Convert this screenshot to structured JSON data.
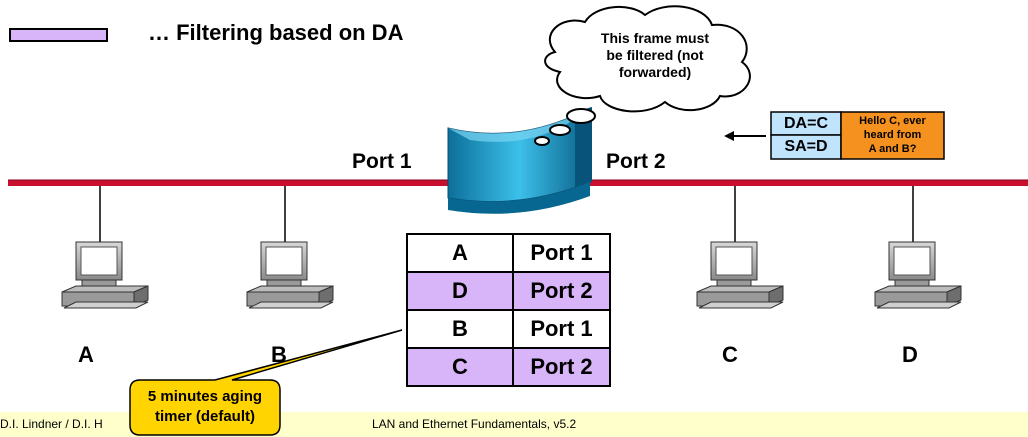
{
  "title": "… Filtering  based on DA",
  "thought_bubble": [
    "This frame must",
    "be filtered (not",
    "forwarded)"
  ],
  "ports": {
    "port1": "Port 1",
    "port2": "Port 2"
  },
  "frame": {
    "da": "DA=C",
    "sa": "SA=D",
    "payload": [
      "Hello C, ever",
      "heard from",
      "A and B?"
    ]
  },
  "table": [
    {
      "host": "A",
      "port": "Port 1"
    },
    {
      "host": "D",
      "port": "Port 2"
    },
    {
      "host": "B",
      "port": "Port 1"
    },
    {
      "host": "C",
      "port": "Port 2"
    }
  ],
  "hosts": [
    "A",
    "B",
    "C",
    "D"
  ],
  "callout": [
    "5 minutes aging",
    "timer (default)"
  ],
  "footer": {
    "author": "D.I. Lindner / D.I. H",
    "course": "LAN and Ethernet Fundamentals, v5.2"
  },
  "colors": {
    "bus": "#c8102e",
    "purple_row": "#d8b4f8",
    "callout": "#ffd400",
    "frame_header": "#bfe4fb",
    "frame_payload": "#f5921f",
    "bridge": "#1aa6d6"
  }
}
